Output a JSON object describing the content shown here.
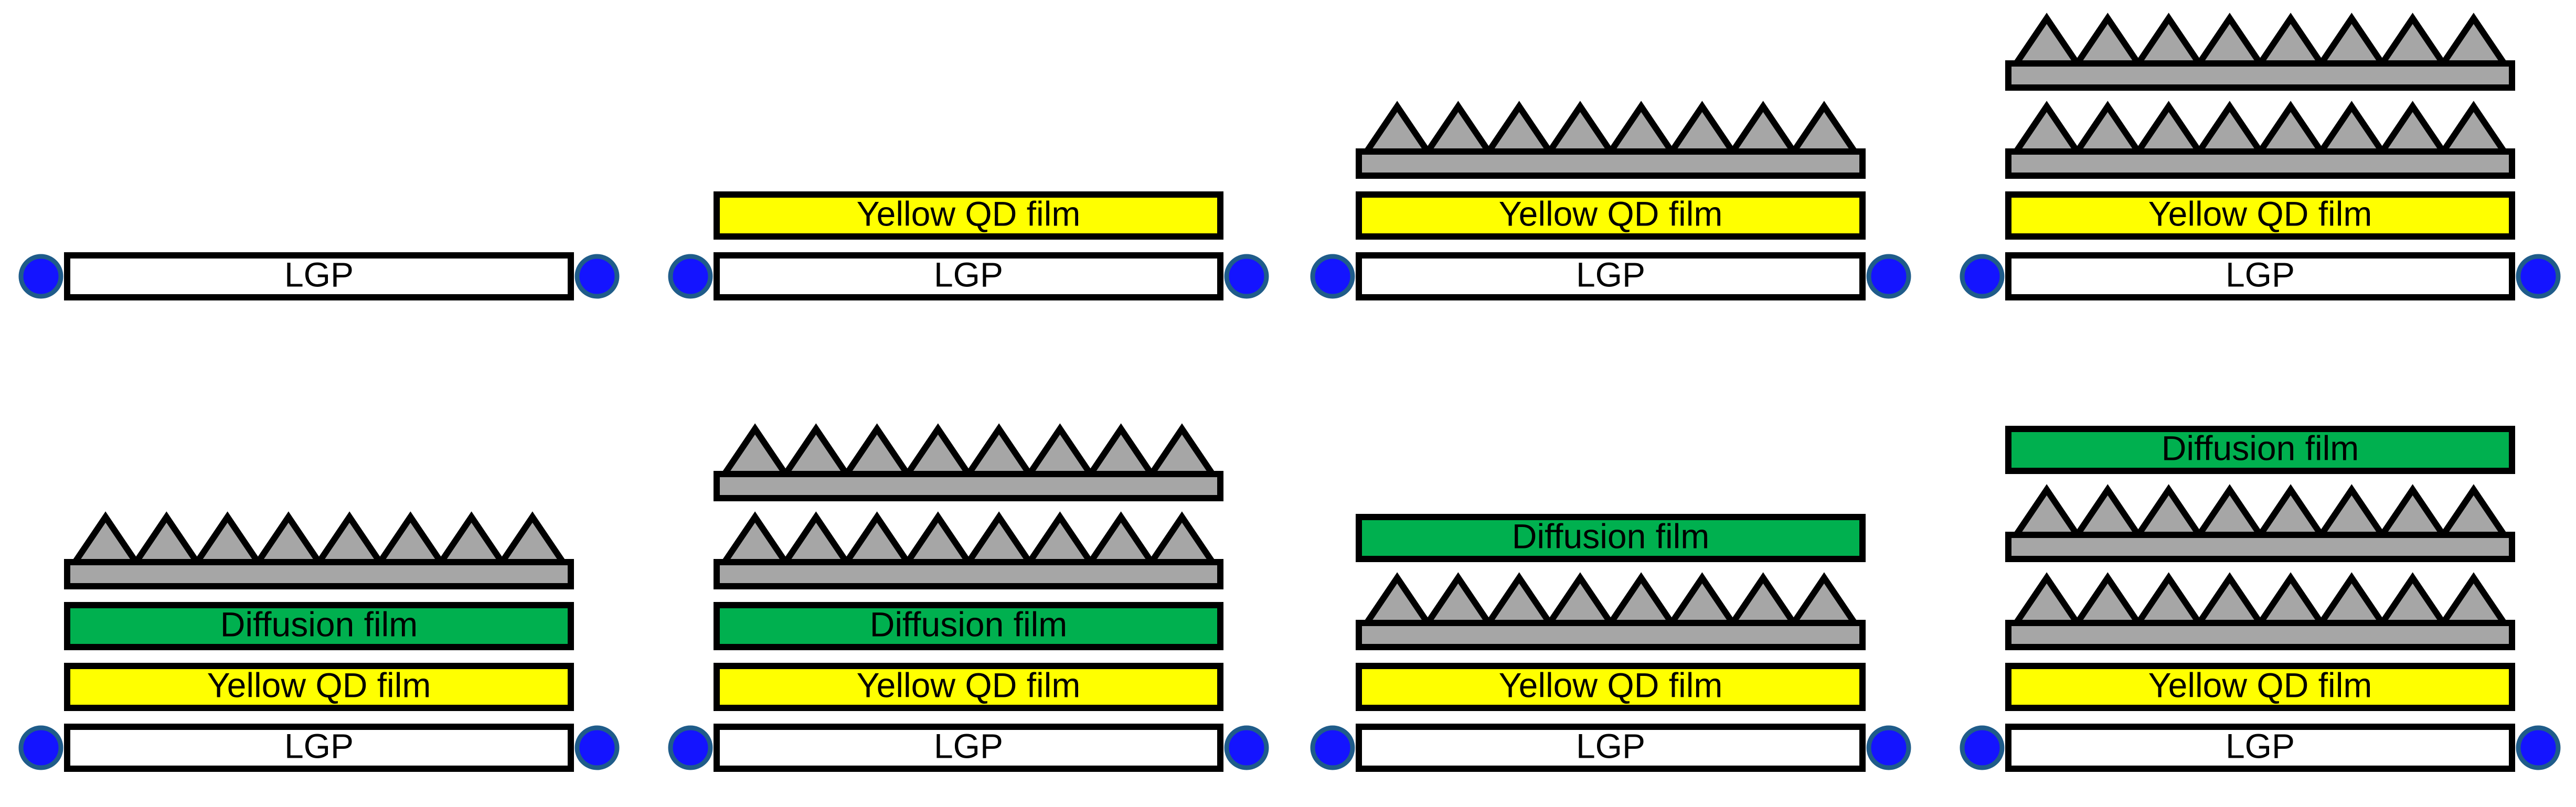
{
  "labels": {
    "lgp": "LGP",
    "qd": "Yellow QD film",
    "diffusion": "Diffusion film"
  },
  "colors": {
    "lgp_fill": "#ffffff",
    "qd_fill": "#ffff00",
    "diffusion_fill": "#00b04f",
    "prism_fill": "#a6a6a6",
    "outline": "#000000",
    "led_fill": "#1414ff",
    "led_ring": "#1f5c8a"
  },
  "configurations": [
    {
      "name": "config-1",
      "stack": [
        "lgp"
      ]
    },
    {
      "name": "config-2",
      "stack": [
        "lgp",
        "qd"
      ]
    },
    {
      "name": "config-3",
      "stack": [
        "lgp",
        "qd",
        "prism"
      ]
    },
    {
      "name": "config-4",
      "stack": [
        "lgp",
        "qd",
        "prism",
        "prism"
      ]
    },
    {
      "name": "config-5",
      "stack": [
        "lgp",
        "qd",
        "diffusion",
        "prism"
      ]
    },
    {
      "name": "config-6",
      "stack": [
        "lgp",
        "qd",
        "diffusion",
        "prism",
        "prism"
      ]
    },
    {
      "name": "config-7",
      "stack": [
        "lgp",
        "qd",
        "prism",
        "diffusion"
      ]
    },
    {
      "name": "config-8",
      "stack": [
        "lgp",
        "qd",
        "prism",
        "prism",
        "diffusion"
      ]
    }
  ]
}
